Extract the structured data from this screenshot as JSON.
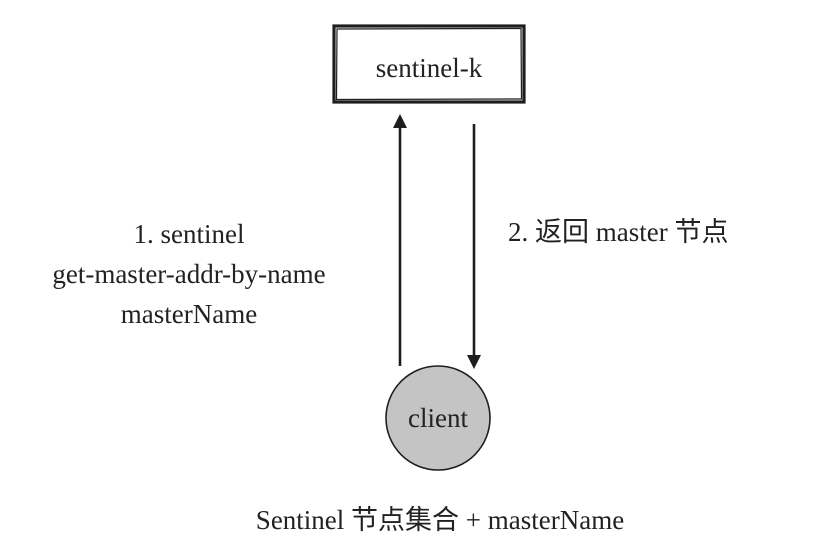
{
  "nodes": {
    "sentinel": "sentinel-k",
    "client": "client"
  },
  "edges": {
    "request": {
      "line1": "1. sentinel",
      "line2": "get-master-addr-by-name",
      "line3": "masterName"
    },
    "response": "2. 返回 master 节点"
  },
  "caption": "Sentinel 节点集合 + masterName",
  "colors": {
    "stroke": "#1e1e1e",
    "client_fill": "#c4c4c4",
    "background": "#ffffff"
  }
}
